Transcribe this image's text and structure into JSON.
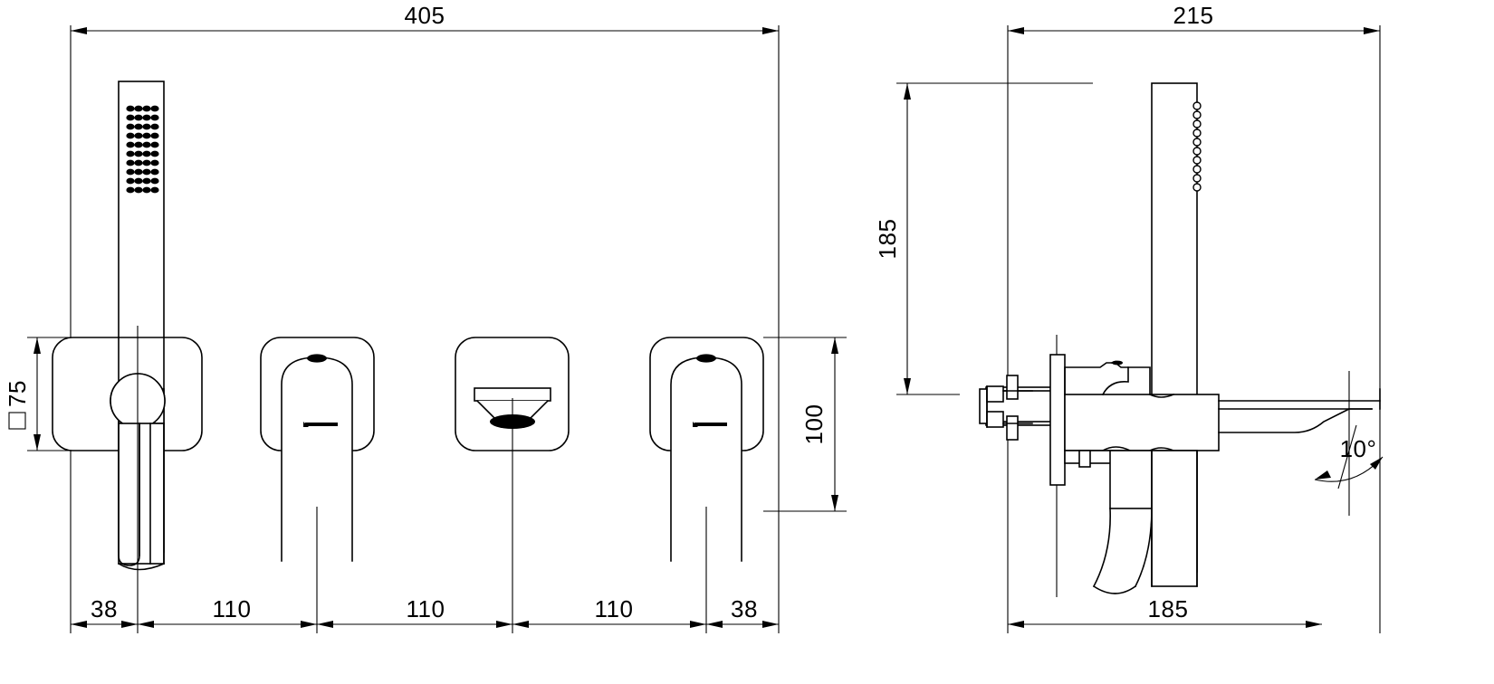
{
  "drawing": {
    "type": "technical-dimension-drawing",
    "subject": "wall-mounted bath mixer set with hand shower, two handles, diverter and spout",
    "units": "mm",
    "line_color": "#000000",
    "background_color": "#ffffff"
  },
  "views": {
    "front": {
      "name": "front-elevation",
      "overall_width_label": "405",
      "plate_height_label": "100",
      "shower_holder_height_label": "75",
      "square_symbol": "□",
      "spacing_labels": [
        "38",
        "110",
        "110",
        "110",
        "38"
      ],
      "plates": [
        {
          "name": "hand-shower-holder-plate",
          "label": ""
        },
        {
          "name": "mixer-handle-plate-left",
          "label": ""
        },
        {
          "name": "diverter-plate-center",
          "label": ""
        },
        {
          "name": "mixer-handle-plate-right",
          "label": ""
        }
      ]
    },
    "side": {
      "name": "side-elevation",
      "projection_label": "215",
      "shower_height_label": "185",
      "spout_projection_label": "185",
      "spout_angle_label": "10°"
    }
  },
  "dimensions": {
    "overall_width": "405",
    "plate_height": "100",
    "holder_height": "75",
    "seg_left_edge": "38",
    "seg_1": "110",
    "seg_2": "110",
    "seg_3": "110",
    "seg_right_edge": "38",
    "side_projection": "215",
    "shower_height": "185",
    "spout_projection": "185",
    "spout_angle": "10°"
  }
}
